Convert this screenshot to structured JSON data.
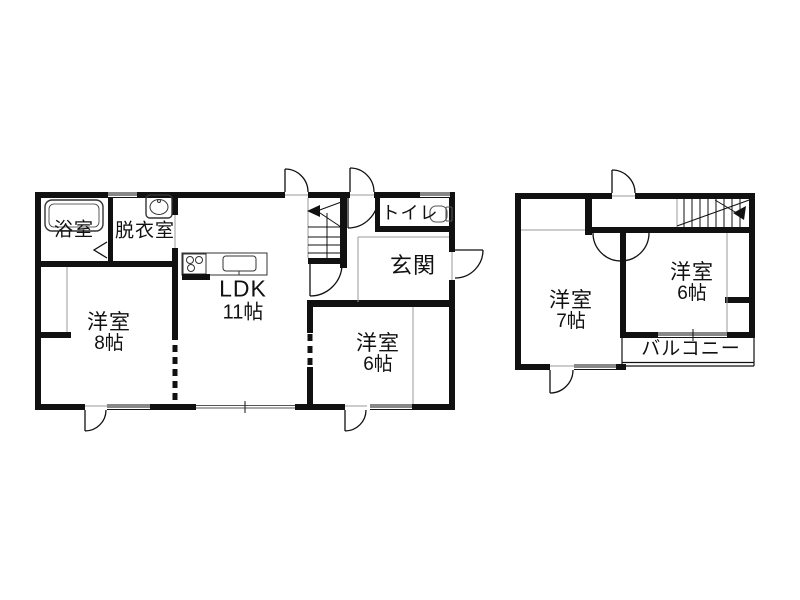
{
  "floor1": {
    "bath": {
      "label": "浴室"
    },
    "dressing": {
      "label": "脱衣室"
    },
    "ldk": {
      "label": "LDK",
      "size": "11帖"
    },
    "western8": {
      "label": "洋室",
      "size": "8帖"
    },
    "toilet": {
      "label": "トイレ"
    },
    "entrance": {
      "label": "玄関"
    },
    "western6": {
      "label": "洋室",
      "size": "6帖"
    }
  },
  "floor2": {
    "western7": {
      "label": "洋室",
      "size": "7帖"
    },
    "western6": {
      "label": "洋室",
      "size": "6帖"
    },
    "balcony": {
      "label": "バルコニー"
    }
  },
  "colors": {
    "wall": "#111111",
    "thin_line": "#999999",
    "background": "#ffffff",
    "text": "#111111"
  }
}
